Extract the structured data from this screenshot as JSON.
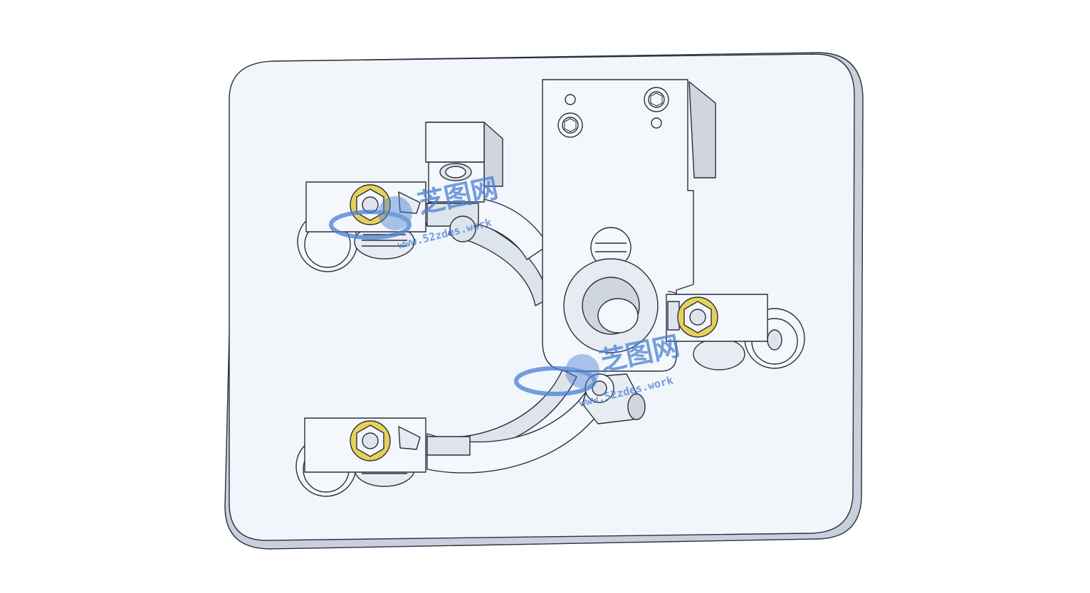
{
  "image": {
    "subject": "CAD model render",
    "colors": {
      "background": "#ffffff",
      "plate_face": "#f1f6fb",
      "plate_edge": "#c9d0dc",
      "edge_line": "#2b2f3d",
      "part_face": "#f4f7fb",
      "part_shade": "#cfd6e0",
      "washer_yellow": "#e6d25a",
      "watermark_blue": "#4a7fd4"
    }
  },
  "watermarks": [
    {
      "logo_text": "芝图网",
      "url_text": "www.52zdes.work"
    },
    {
      "logo_text": "芝图网",
      "url_text": "www.52zdes.work"
    }
  ]
}
